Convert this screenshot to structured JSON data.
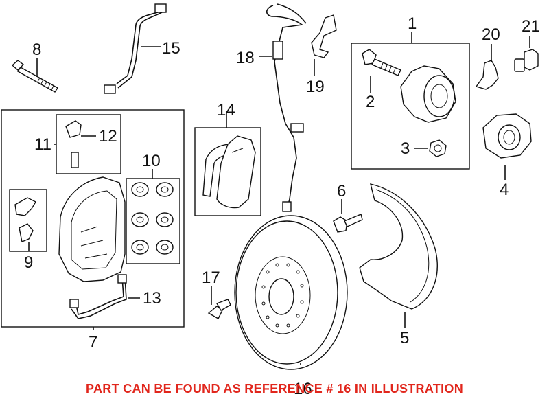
{
  "callouts": {
    "n1": "1",
    "n2": "2",
    "n3": "3",
    "n4": "4",
    "n5": "5",
    "n6": "6",
    "n7": "7",
    "n8": "8",
    "n9": "9",
    "n10": "10",
    "n11": "11",
    "n12": "12",
    "n13": "13",
    "n14": "14",
    "n15": "15",
    "n16": "16",
    "n17": "17",
    "n18": "18",
    "n19": "19",
    "n20": "20",
    "n21": "21"
  },
  "notice": "PART CAN BE FOUND AS REFERENCE # 16 IN ILLUSTRATION",
  "colors": {
    "notice": "#e1261c",
    "line": "#111111"
  }
}
